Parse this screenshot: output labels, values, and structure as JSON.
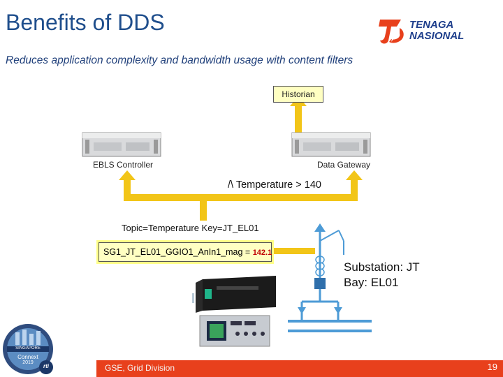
{
  "slide": {
    "title": "Benefits of DDS",
    "subtitle": "Reduces application complexity and bandwidth usage with content filters",
    "page_number": "19",
    "footer": "GSE, Grid Division"
  },
  "logo": {
    "line1": "TENAGA",
    "line2": "NASIONAL",
    "brand_color": "#e8401c",
    "text_color": "#1f3f8c"
  },
  "event_badge": {
    "location": "SINGAPORE",
    "event": "Connext",
    "year": "2019",
    "brand": "rti"
  },
  "diagram": {
    "historian": "Historian",
    "ebls_controller": "EBLS Controller",
    "data_gateway": "Data Gateway",
    "filter_expression": "/\\ Temperature > 140",
    "topic_key": "Topic=Temperature Key=JT_EL01",
    "sample_name": "SG1_JT_EL01_GGIO1_AnIn1_mag =",
    "sample_value": "142.1",
    "substation": "Substation: JT",
    "bay": "Bay: EL01",
    "arrow_color": "#f2c518",
    "bus_color": "#4d9bd6"
  }
}
